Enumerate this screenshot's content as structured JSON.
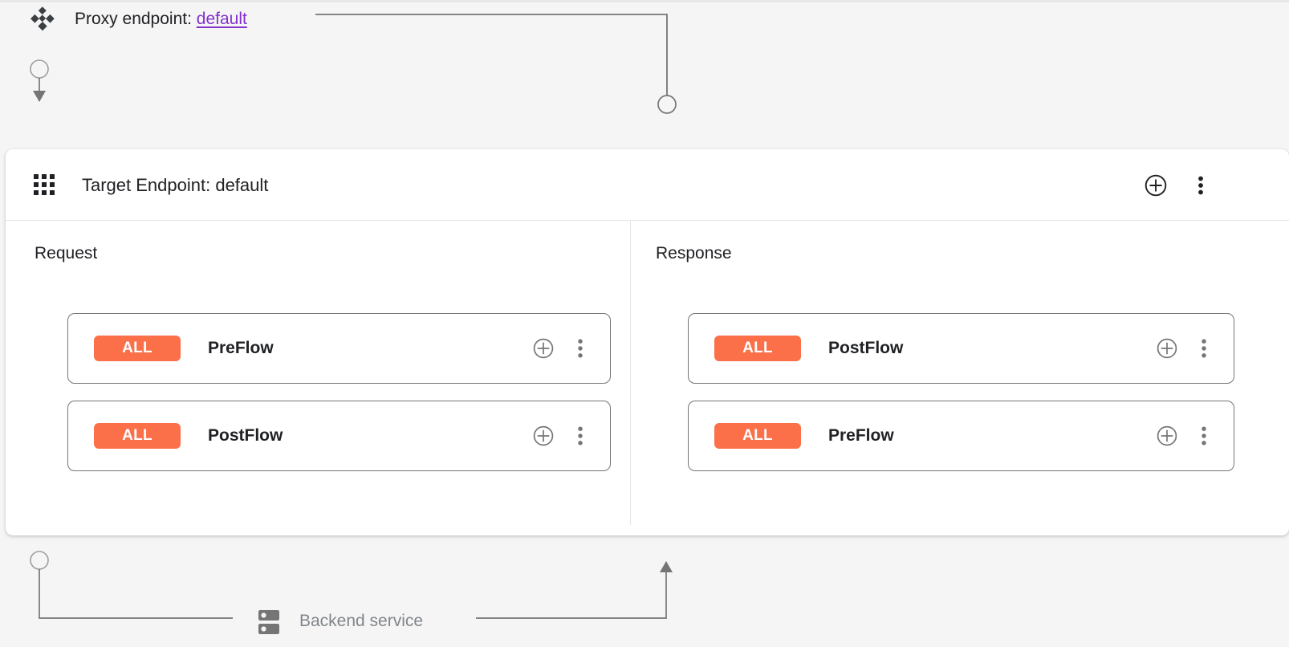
{
  "theme": {
    "page_background": "#f5f5f5",
    "panel_background": "#ffffff",
    "accent_badge": "#fb7049",
    "link_color": "#8430ce",
    "connector_color": "#757575",
    "text_primary": "#202124",
    "text_muted": "#80868b",
    "divider": "#e5e5e5"
  },
  "proxy": {
    "icon": "proxy-diamond-icon",
    "label": "Proxy endpoint:",
    "endpoint_name": "default"
  },
  "target_panel": {
    "icon": "apps-grid-icon",
    "title": "Target Endpoint: default",
    "actions": [
      {
        "name": "add-policy-button",
        "icon": "plus-circle-icon"
      },
      {
        "name": "more-options-button",
        "icon": "more-vertical-icon"
      }
    ],
    "columns": [
      {
        "id": "request",
        "label": "Request",
        "flow_direction": "down",
        "rail_start": "circle",
        "rail_end": "arrow",
        "flows": [
          {
            "badge": "ALL",
            "name": "PreFlow",
            "actions": [
              {
                "name": "add-policy-button",
                "icon": "plus-circle-icon"
              },
              {
                "name": "more-options-button",
                "icon": "more-vertical-icon"
              }
            ]
          },
          {
            "badge": "ALL",
            "name": "PostFlow",
            "actions": [
              {
                "name": "add-policy-button",
                "icon": "plus-circle-icon"
              },
              {
                "name": "more-options-button",
                "icon": "more-vertical-icon"
              }
            ]
          }
        ]
      },
      {
        "id": "response",
        "label": "Response",
        "flow_direction": "up",
        "rail_start": "circle",
        "rail_end": "arrow",
        "flows": [
          {
            "badge": "ALL",
            "name": "PostFlow",
            "actions": [
              {
                "name": "add-policy-button",
                "icon": "plus-circle-icon"
              },
              {
                "name": "more-options-button",
                "icon": "more-vertical-icon"
              }
            ]
          },
          {
            "badge": "ALL",
            "name": "PreFlow",
            "actions": [
              {
                "name": "add-policy-button",
                "icon": "plus-circle-icon"
              },
              {
                "name": "more-options-button",
                "icon": "more-vertical-icon"
              }
            ]
          }
        ]
      }
    ]
  },
  "backend": {
    "icon": "server-dns-icon",
    "label": "Backend service"
  }
}
